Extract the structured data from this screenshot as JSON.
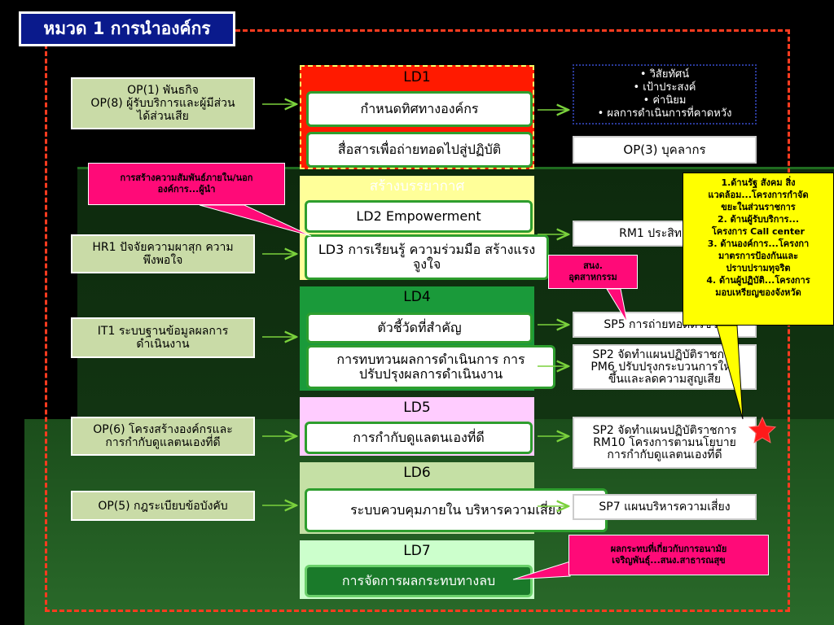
{
  "title": "หมวด 1 การนำองค์กร",
  "left": [
    {
      "id": "op1",
      "lines": [
        "OP(1) พันธกิจ",
        "OP(8) ผู้รับบริการและผู้มีส่วน",
        "ได้ส่วนเสีย"
      ]
    },
    {
      "id": "hr1",
      "lines": [
        "HR1 ปัจจัยความผาสุก ความ",
        "พึงพอใจ"
      ]
    },
    {
      "id": "it1",
      "lines": [
        "IT1 ระบบฐานข้อมูลผลการ",
        "ดำเนินงาน"
      ]
    },
    {
      "id": "op6",
      "lines": [
        "OP(6) โครงสร้างองค์กรและ",
        "การกำกับดูแลตนเองที่ดี"
      ]
    },
    {
      "id": "op5",
      "lines": [
        "OP(5) กฎระเบียบข้อบังคับ"
      ]
    }
  ],
  "panels": {
    "ld1": {
      "header": "LD1",
      "items": [
        "กำหนดทิศทางองค์กร",
        "สื่อสารเพื่อถ่ายทอดไปสู่ปฏิบัติ"
      ]
    },
    "climate": {
      "header": "สร้างบรรยากาศ",
      "items": [
        "LD2 Empowerment",
        "LD3 การเรียนรู้ ความร่วมมือ สร้างแรงจูงใจ"
      ]
    },
    "ld4": {
      "header": "LD4",
      "items": [
        "ตัวชี้วัดที่สำคัญ",
        "การทบทวนผลการดำเนินการ การปรับปรุงผลการดำเนินงาน"
      ]
    },
    "ld5": {
      "header": "LD5",
      "items": [
        "การกำกับดูแลตนเองที่ดี"
      ]
    },
    "ld6": {
      "header": "LD6",
      "items": [
        "ระบบควบคุมภายใน บริหารความเสี่ยง"
      ]
    },
    "ld7": {
      "header": "LD7",
      "items": [
        "การจัดการผลกระทบทางลบ"
      ]
    }
  },
  "right": {
    "bullets": [
      "• วิสัยทัศน์",
      "• เป้าประสงค์",
      "• ค่านิยม",
      "• ผลการดำเนินการที่คาดหวัง"
    ],
    "op3": "OP(3) บุคลากร",
    "rm1": "RM1 ประสิทธิภาพ",
    "sp5": "SP5 การถ่ายทอดตัวชี้วัด",
    "sp2a": [
      "SP2 จัดทำแผนปฏิบัติราชการ",
      "PM6 ปรับปรุงกระบวนการให้ดี",
      "ขึ้นและลดความสูญเสีย"
    ],
    "sp2b": [
      "SP2 จัดทำแผนปฏิบัติราชการ",
      "RM10 โครงการตามนโยบาย",
      "การกำกับดูแลตนเองที่ดี"
    ],
    "sp7": "SP7 แผนบริหารความเสี่ยง"
  },
  "callouts": {
    "relations": [
      "การสร้างความสัมพันธ์ภายใน/นอก",
      "องค์การ...ผู้นำ"
    ],
    "culture": [
      "สนง.",
      "อุตสาหกรรม"
    ],
    "impact": [
      "ผลกระทบที่เกี่ยวกับการอนามัย",
      "เจริญพันธุ์...สนง.สาธารณสุข"
    ],
    "yellow": [
      "1.ด้านรัฐ สังคม สิ่ง",
      "แวดล้อม...โครงการกำจัด",
      "ขยะในส่วนราชการ",
      "2. ด้านผู้รับบริการ...",
      "โครงการ Call center",
      "3. ด้านองค์การ...โครงกา",
      "มาตรการป้องกันและ",
      "ปราบปรามทุจริต",
      "4. ด้านผู้ปฏิบัติ...โครงการ",
      "มอบเหรียญของจังหวัด"
    ]
  },
  "colors": {
    "ld1": "#ff1a00",
    "climate": "#ffff99",
    "ld4": "#1a9a3a",
    "ld5": "#ffccff",
    "ld6": "#c5e0a5",
    "ld7": "#ccffcc",
    "arrow": "#7ad13c",
    "star": "#ff1a1a"
  },
  "icons": {
    "star": "star-icon"
  }
}
